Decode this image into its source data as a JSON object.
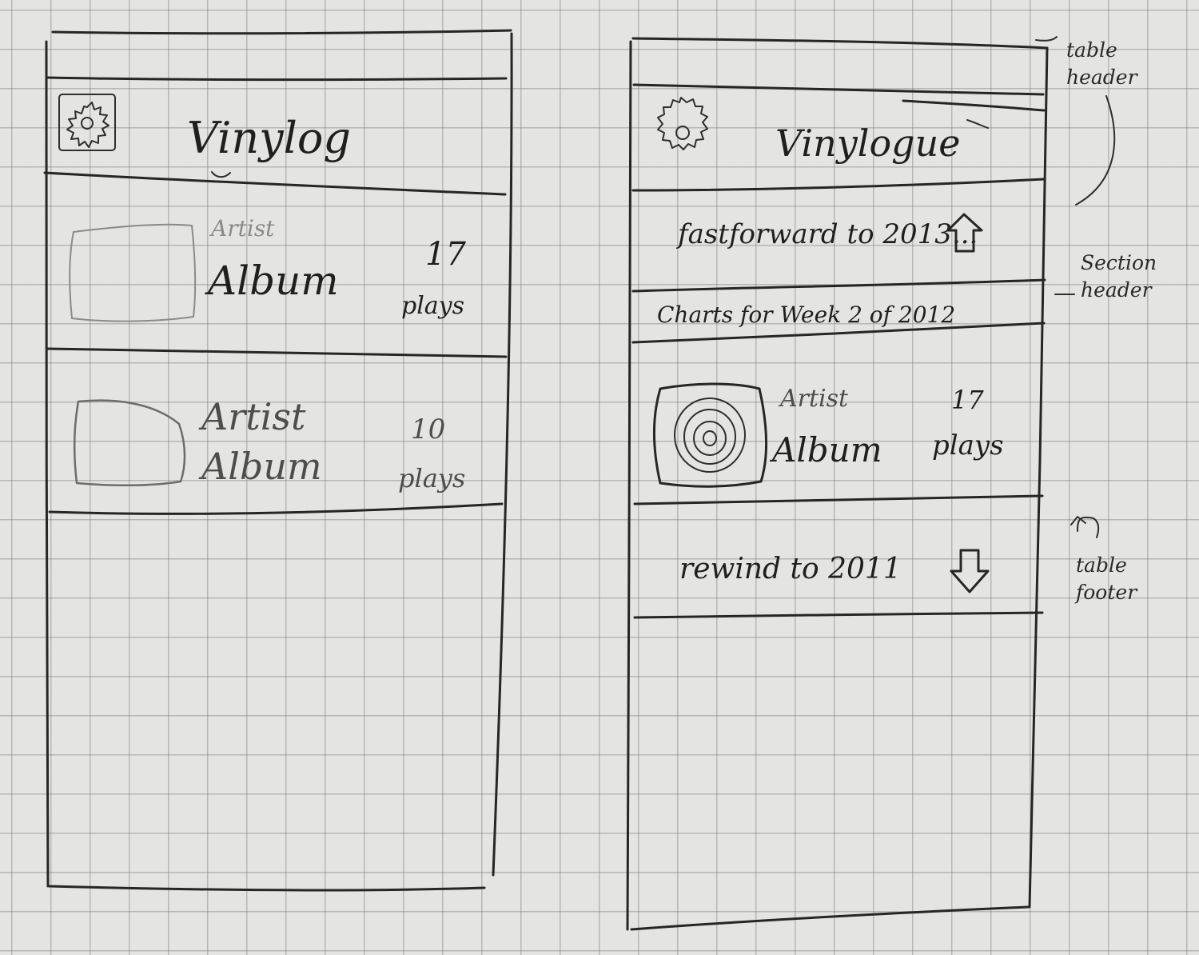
{
  "left_phone": {
    "title": "Vinylog",
    "rows": [
      {
        "artist": "Artist",
        "album": "Album",
        "count": "17",
        "unit": "plays"
      },
      {
        "artist": "Artist",
        "album": "Album",
        "count": "10",
        "unit": "plays"
      }
    ]
  },
  "right_phone": {
    "title": "Vinylogue",
    "header_action": "fastforward to 2013...",
    "section_title": "Charts for Week 2 of 2012",
    "row": {
      "artist": "Artist",
      "album": "Album",
      "count": "17",
      "unit": "plays"
    },
    "footer_action": "rewind to 2011"
  },
  "annotations": {
    "table_header": "table header",
    "section_header": "Section header",
    "table_footer": "table footer"
  }
}
